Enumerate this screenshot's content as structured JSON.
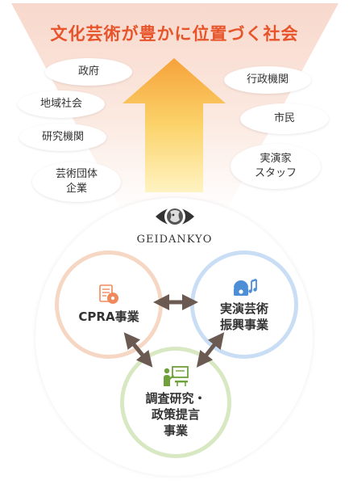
{
  "title": "文化芸術が豊かに位置づく社会",
  "stakeholders": {
    "left": [
      "政府",
      "地域社会",
      "研究機関",
      "芸術団体\n企業"
    ],
    "right": [
      "行政機関",
      "市民",
      "実演家\nスタッフ"
    ]
  },
  "organization": {
    "name": "GEIDANKYO"
  },
  "programs": {
    "cpra": "CPRA事業",
    "arts": "実演芸術\n振興事業",
    "research": "調査研究・\n政策提言\n事業"
  },
  "colors": {
    "title": "#e8542a",
    "arrow_top": "#f6a23a",
    "arrow_bottom": "#fff3c2",
    "cpra_ring": "#f6d7c3",
    "arts_ring": "#c9def5",
    "research_ring": "#d7e8c2",
    "link_arrow": "#6b5a52",
    "cpra_icon": "#f08a5d",
    "arts_icon": "#4d8ed6",
    "research_icon": "#6fa13a"
  },
  "icons": {
    "cpra": "document-disc-icon",
    "arts": "fan-music-icon",
    "research": "presentation-board-icon",
    "logo": "face-emblem-icon",
    "growth": "up-arrow-icon"
  }
}
